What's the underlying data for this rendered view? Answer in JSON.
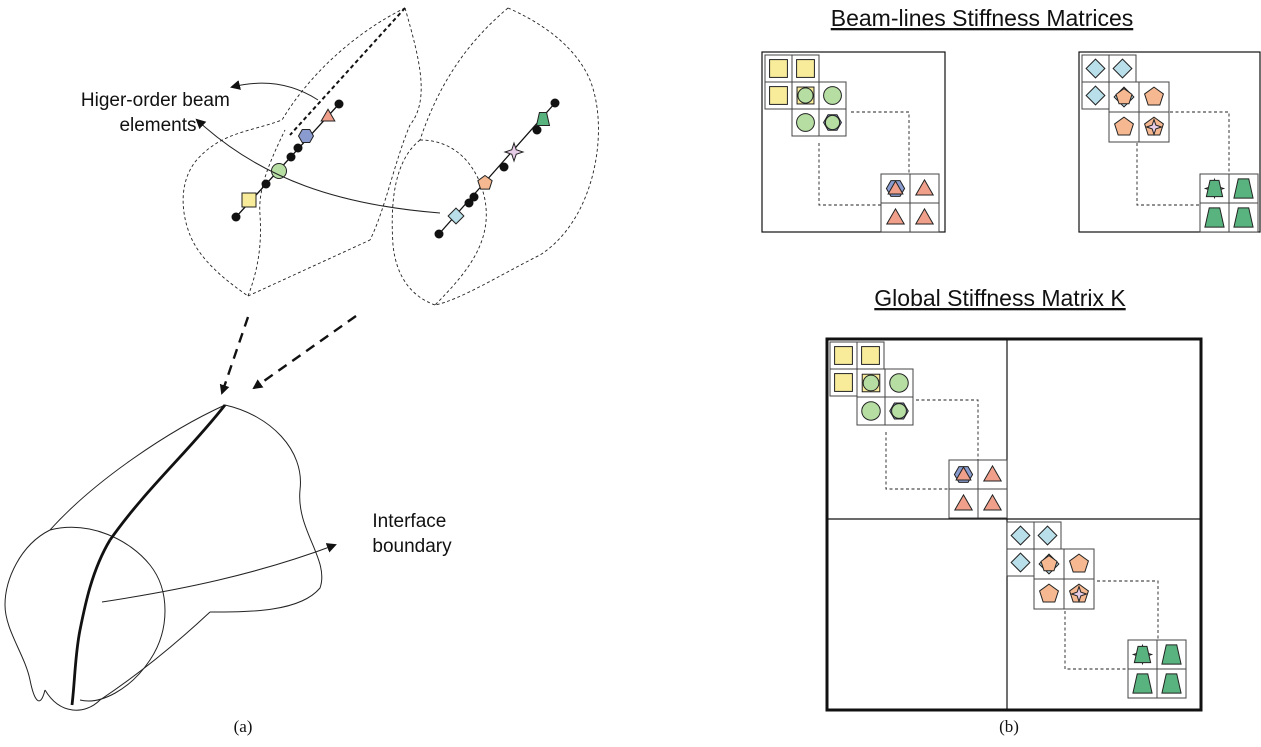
{
  "labels": {
    "beam_elements": [
      "Higer-order beam",
      "elements"
    ],
    "interface": [
      "Interface",
      "boundary"
    ],
    "beamlines_title": "Beam-lines Stiffness Matrices",
    "global_title": "Global Stiffness Matrix K",
    "caption_a": "(a)",
    "caption_b": "(b)"
  },
  "colors": {
    "square": "#f8ec9a",
    "circle": "#b6dea3",
    "triangle": "#f0a08a",
    "hexagon": "#8a9ccf",
    "diamond": "#b9e0ea",
    "pentagon": "#f6b890",
    "star": "#e6cce6",
    "trapezoid": "#58b37e",
    "node": "#111111"
  },
  "icons": {
    "square": "square-marker-icon",
    "circle": "circle-marker-icon",
    "triangle": "triangle-marker-icon",
    "hexagon": "hexagon-marker-icon",
    "diamond": "diamond-marker-icon",
    "pentagon": "pentagon-marker-icon",
    "star": "star-marker-icon",
    "trapezoid": "trapezoid-marker-icon"
  }
}
